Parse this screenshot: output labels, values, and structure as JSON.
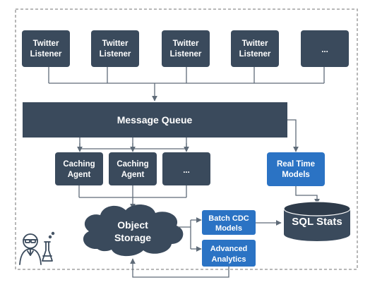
{
  "colors": {
    "dark_box": "#3a4a5c",
    "blue_box": "#2b73c4",
    "line": "#5f6b78",
    "border": "#a0a0a0",
    "text_on_box": "#ffffff",
    "text_dark": "#1c1c1c"
  },
  "listeners": [
    {
      "line1": "Twitter",
      "line2": "Listener"
    },
    {
      "line1": "Twitter",
      "line2": "Listener"
    },
    {
      "line1": "Twitter",
      "line2": "Listener"
    },
    {
      "line1": "Twitter",
      "line2": "Listener"
    },
    {
      "line1": "...",
      "line2": ""
    }
  ],
  "message_queue": "Message Queue",
  "agents": [
    {
      "line1": "Caching",
      "line2": "Agent"
    },
    {
      "line1": "Caching",
      "line2": "Agent"
    },
    {
      "line1": "...",
      "line2": ""
    }
  ],
  "realtime": {
    "line1": "Real Time",
    "line2": "Models"
  },
  "object_storage": {
    "line1": "Object",
    "line2": "Storage"
  },
  "batch": {
    "line1": "Batch CDC",
    "line2": "Models"
  },
  "analytics": {
    "line1": "Advanced",
    "line2": "Analytics"
  },
  "sql": "SQL Stats",
  "icons": [
    "scientist-icon",
    "cloud-icon",
    "database-icon"
  ]
}
